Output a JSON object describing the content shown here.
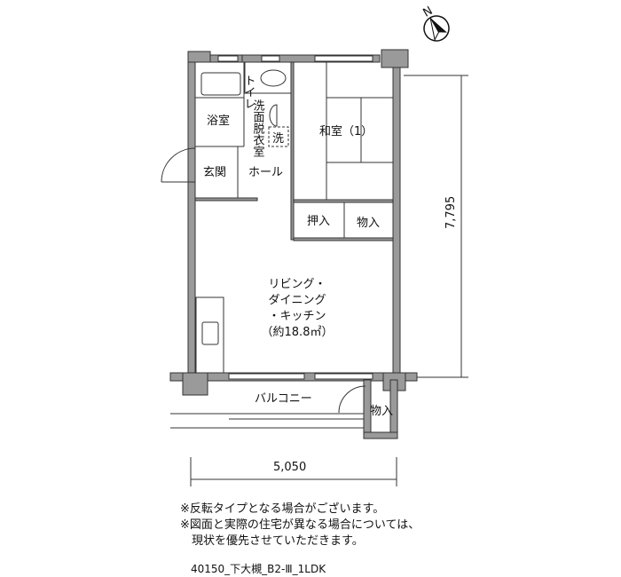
{
  "plan": {
    "rooms": {
      "toilet": "トイレ",
      "bath": "浴室",
      "washroom": "洗面脱衣室",
      "washer": "洗",
      "entrance": "玄関",
      "hall": "ホール",
      "japanese_room": "和室（1）",
      "oshiire": "押入",
      "storage": "物入",
      "ldk_lines": [
        "リビング・",
        "ダイニング",
        "・キッチン",
        "（約18.8㎡）"
      ],
      "balcony": "バルコニー",
      "balcony_storage": "物入"
    },
    "dimensions": {
      "depth": "7,795",
      "width": "5,050"
    },
    "compass_label": "N"
  },
  "notes": [
    "※反転タイプとなる場合がございます。",
    "※図面と実際の住宅が異なる場合については、",
    "　現状を優先させていただきます。"
  ],
  "caption": "40150_下大槻_B2-Ⅲ_1LDK"
}
